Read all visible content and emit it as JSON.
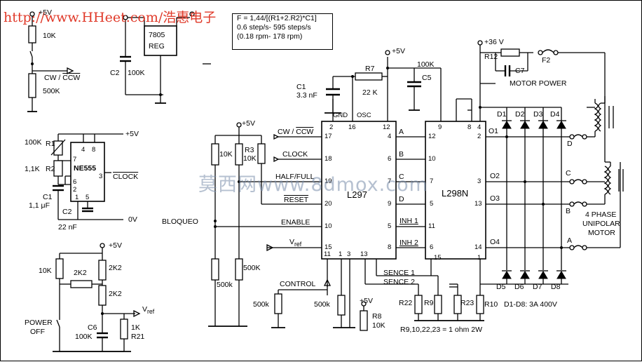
{
  "header": {
    "url": "http://www.HHeet.com/",
    "company": "浩惠电子"
  },
  "watermark": "莫西网www.8dmox.com",
  "formula": {
    "line1": "F = 1,44/[(R1+2.R2)*C1]",
    "line2": "0.6 step/s- 595 steps/s",
    "line3": "(0.18 rpm- 178 rpm)"
  },
  "chips": {
    "reg": {
      "line1": "7805",
      "line2": "REG"
    },
    "ne555": {
      "name": "NE555",
      "pins": [
        "4",
        "8",
        "7",
        "6",
        "2",
        "1",
        "5",
        "3"
      ]
    },
    "l297": {
      "name": "L297",
      "pins_left": [
        "17",
        "18",
        "19",
        "20",
        "10",
        "15"
      ],
      "pins_top": [
        "2",
        "16",
        "12"
      ],
      "pins_right": [
        "4",
        "6",
        "7",
        "9",
        "5",
        "8"
      ],
      "pins_bottom": [
        "11",
        "1",
        "3",
        "13"
      ]
    },
    "l298": {
      "name": "L298N",
      "pins_left": [
        "12",
        "10",
        "5",
        "7",
        "11",
        "6"
      ],
      "pins_top": [
        "9",
        "8",
        "4"
      ],
      "pins_right": [
        "2",
        "3",
        "13",
        "14"
      ],
      "pins_bottom": [
        "15",
        "1"
      ]
    }
  },
  "supply": {
    "p5v": "+5V",
    "p36v": "+36 V",
    "zero": "0V"
  },
  "signals": {
    "cw": "CW / ",
    "ccw": "CCW",
    "clock": "CLOCK",
    "halffull": "HALF/FULL",
    "reset": "RESET",
    "enable": "ENABLE",
    "vref": "V",
    "vref_sub": "ref",
    "bloqueo": "BLOQUEO",
    "control": "CONTROL",
    "sence1": "SENCE 1",
    "sence2": "SENCE 2",
    "gnd": "GND",
    "osc": "OSC",
    "a": "A",
    "b": "B",
    "c": "C",
    "d": "D",
    "inh1": "INH 1",
    "inh2": "INH 2",
    "power": "POWER",
    "off": "OFF",
    "motor_power": "MOTOR POWER",
    "o1": "O1",
    "o2": "O2",
    "o3": "O3",
    "o4": "O4",
    "motor_d": "D",
    "motor_c": "C",
    "motor_b": "B",
    "motor_a": "A",
    "motor1": "4 PHASE",
    "motor2": "UNIPOLAR",
    "motor3": "MOTOR"
  },
  "components": {
    "r10k_top": "10K",
    "r500k_top": "500K",
    "c2": "C2",
    "c2_val": "100K",
    "r1": "R1",
    "r1_val": "100K",
    "r2": "R2",
    "r2_val": "1,1K",
    "c1": "C1",
    "c1_val": "1,1 μF",
    "c2b": "C2",
    "c2b_val": "22 nF",
    "r10k_mid": "10K",
    "r3": "R3",
    "r3_val": "10K",
    "r500k_mid": "500K",
    "r500k_low": "500k",
    "c1b": "C1",
    "c1b_val": "3.3 nF",
    "r7": "R7",
    "r7_val": "22 K",
    "c5": "C5",
    "c5_val": "100K",
    "r12": "R12",
    "c7": "C7",
    "f2": "F2",
    "d1": "D1",
    "d2": "D2",
    "d3": "D3",
    "d4": "D4",
    "d5": "D5",
    "d6": "D6",
    "d7": "D7",
    "d8": "D8",
    "diode_rating": "D1-D8: 3A 400V",
    "r22": "R22",
    "r9": "R9",
    "r23": "R23",
    "r10": "R10",
    "rsense_note": "R9,10,22,23 = 1 ohm 2W",
    "r500k_ctrl": "500k",
    "r500k_ctrl2": "500k",
    "r8": "R8",
    "r8_val": "10K",
    "r10k_low": "10K",
    "r2k2a": "2K2",
    "r2k2b": "2K2",
    "r2k2c": "2K2",
    "c6": "C6",
    "c6_val": "100K",
    "r21": "R21",
    "r21_val": "1K"
  }
}
